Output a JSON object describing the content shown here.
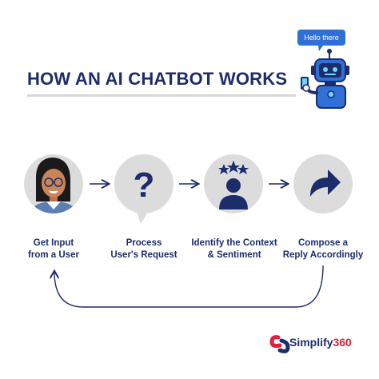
{
  "title": "HOW AN AI CHATBOT WORKS",
  "robot_bubble": "Hello there",
  "steps": [
    {
      "line1": "Get Input",
      "line2": "from a User",
      "icon": "woman-avatar-icon"
    },
    {
      "line1": "Process",
      "line2": "User's Request",
      "icon": "question-mark-icon"
    },
    {
      "line1": "Identify the Context",
      "line2": "& Sentiment",
      "icon": "user-stars-icon"
    },
    {
      "line1": "Compose a",
      "line2": "Reply Accordingly",
      "icon": "share-arrow-icon"
    }
  ],
  "brand": {
    "name": "Simplify",
    "suffix": "360"
  },
  "colors": {
    "navy": "#1d2c6b",
    "circle": "#dcdcdc",
    "robot_blue": "#2f6fd6",
    "brand_red": "#e0203a"
  }
}
